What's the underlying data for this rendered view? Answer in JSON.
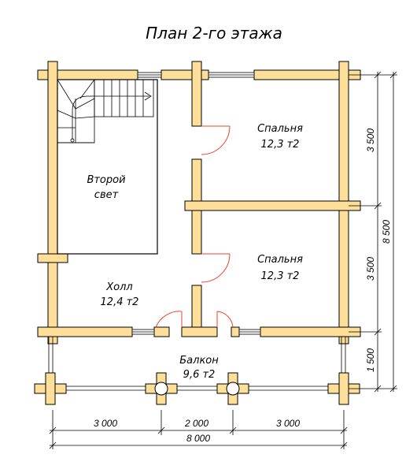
{
  "title": "План 2-го этажа",
  "rooms": {
    "bedroom_top": {
      "name": "Спальня",
      "area": "12,3 т2"
    },
    "bedroom_bottom": {
      "name": "Спальня",
      "area": "12,3 т2"
    },
    "second_light": {
      "line1": "Второй",
      "line2": "свет"
    },
    "hall": {
      "name": "Холл",
      "area": "12,4 т2"
    },
    "balcony": {
      "name": "Балкон",
      "area": "9,6 т2"
    }
  },
  "dimensions": {
    "bottom": [
      "3 000",
      "2 000",
      "3 000"
    ],
    "bottom_total": "8 000",
    "right": [
      "3 500",
      "3 500",
      "1 500"
    ],
    "right_total": "8 500"
  },
  "colors": {
    "wall": "#fddf9a",
    "door": "#e8462c",
    "line": "#000000"
  }
}
